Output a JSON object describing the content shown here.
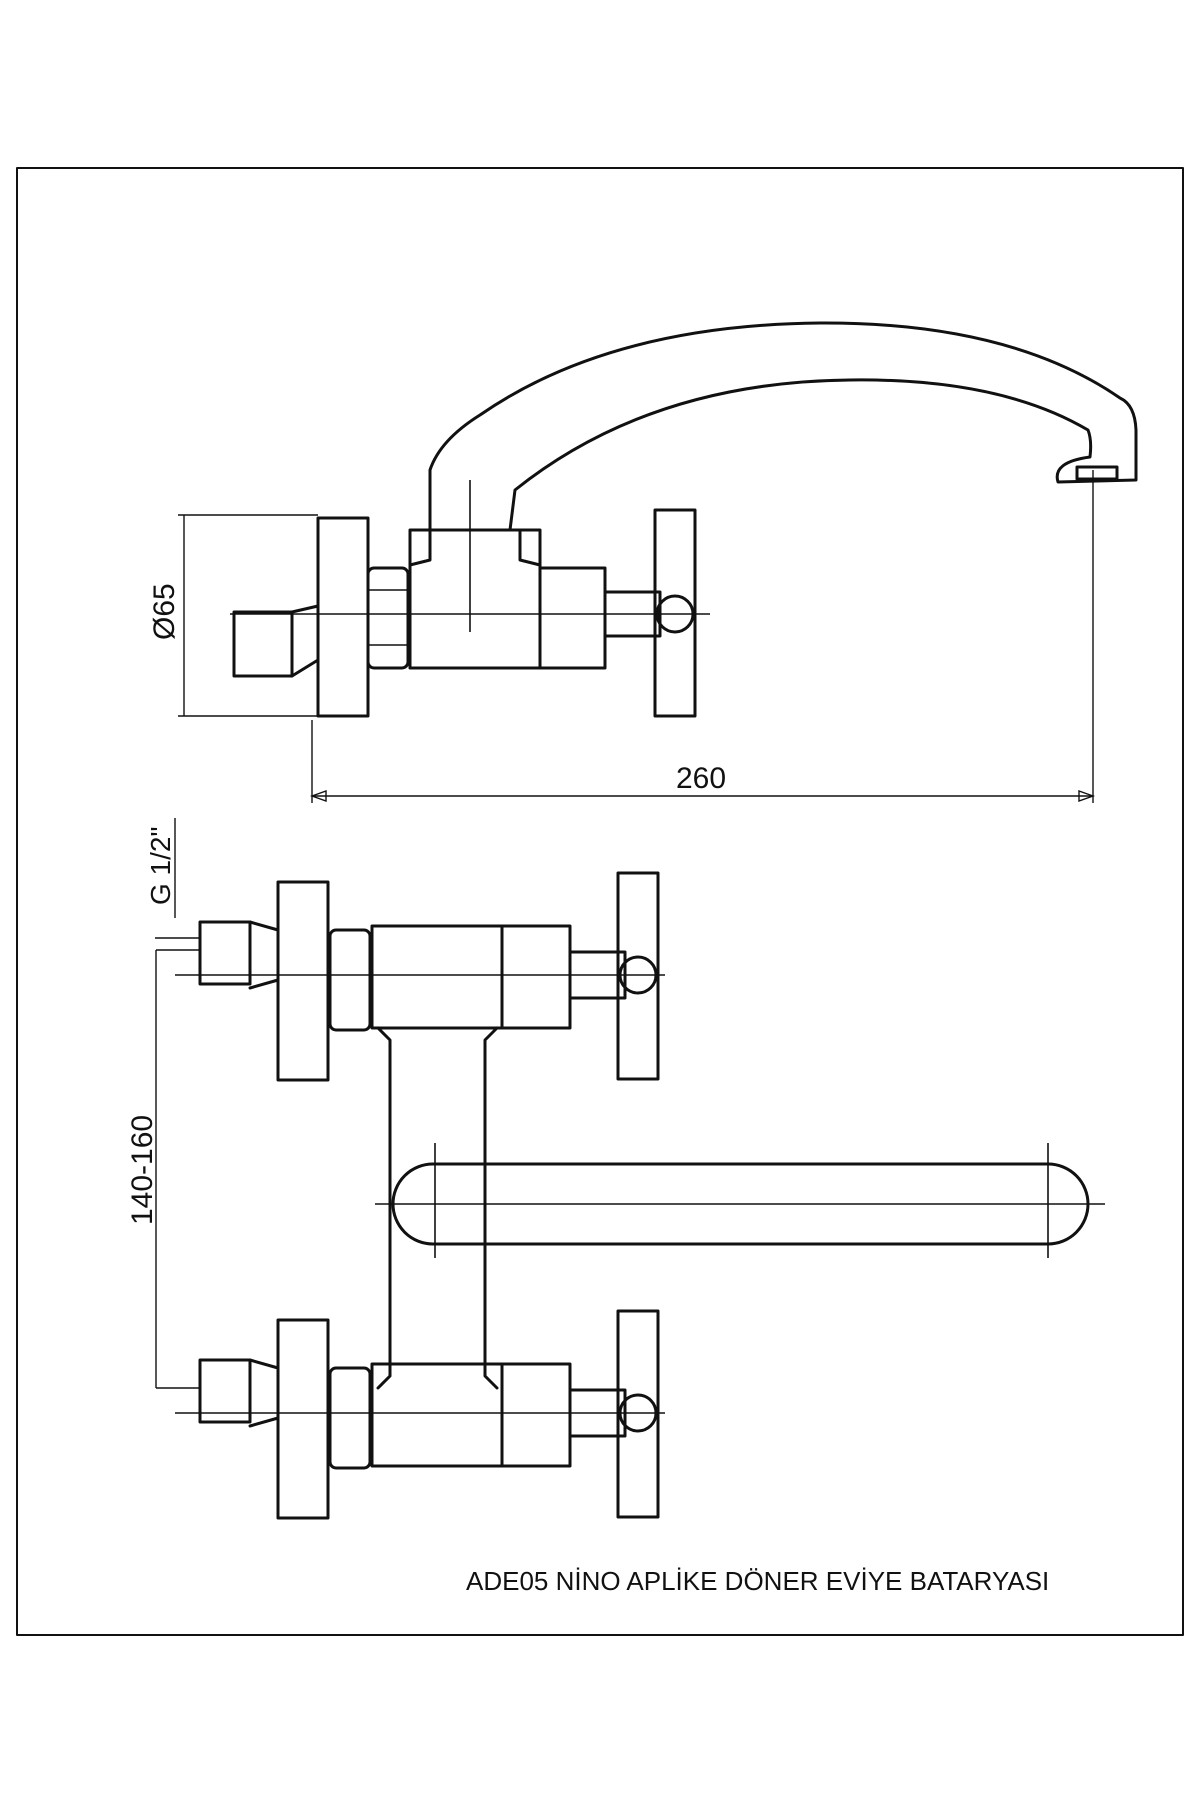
{
  "drawing": {
    "dimensions": {
      "diameter_label": "Ø65",
      "length_label": "260",
      "thread_label": "G 1/2\"",
      "spacing_label": "140-160"
    },
    "title": "ADE05 NİNO APLİKE DÖNER EVİYE BATARYASI"
  }
}
